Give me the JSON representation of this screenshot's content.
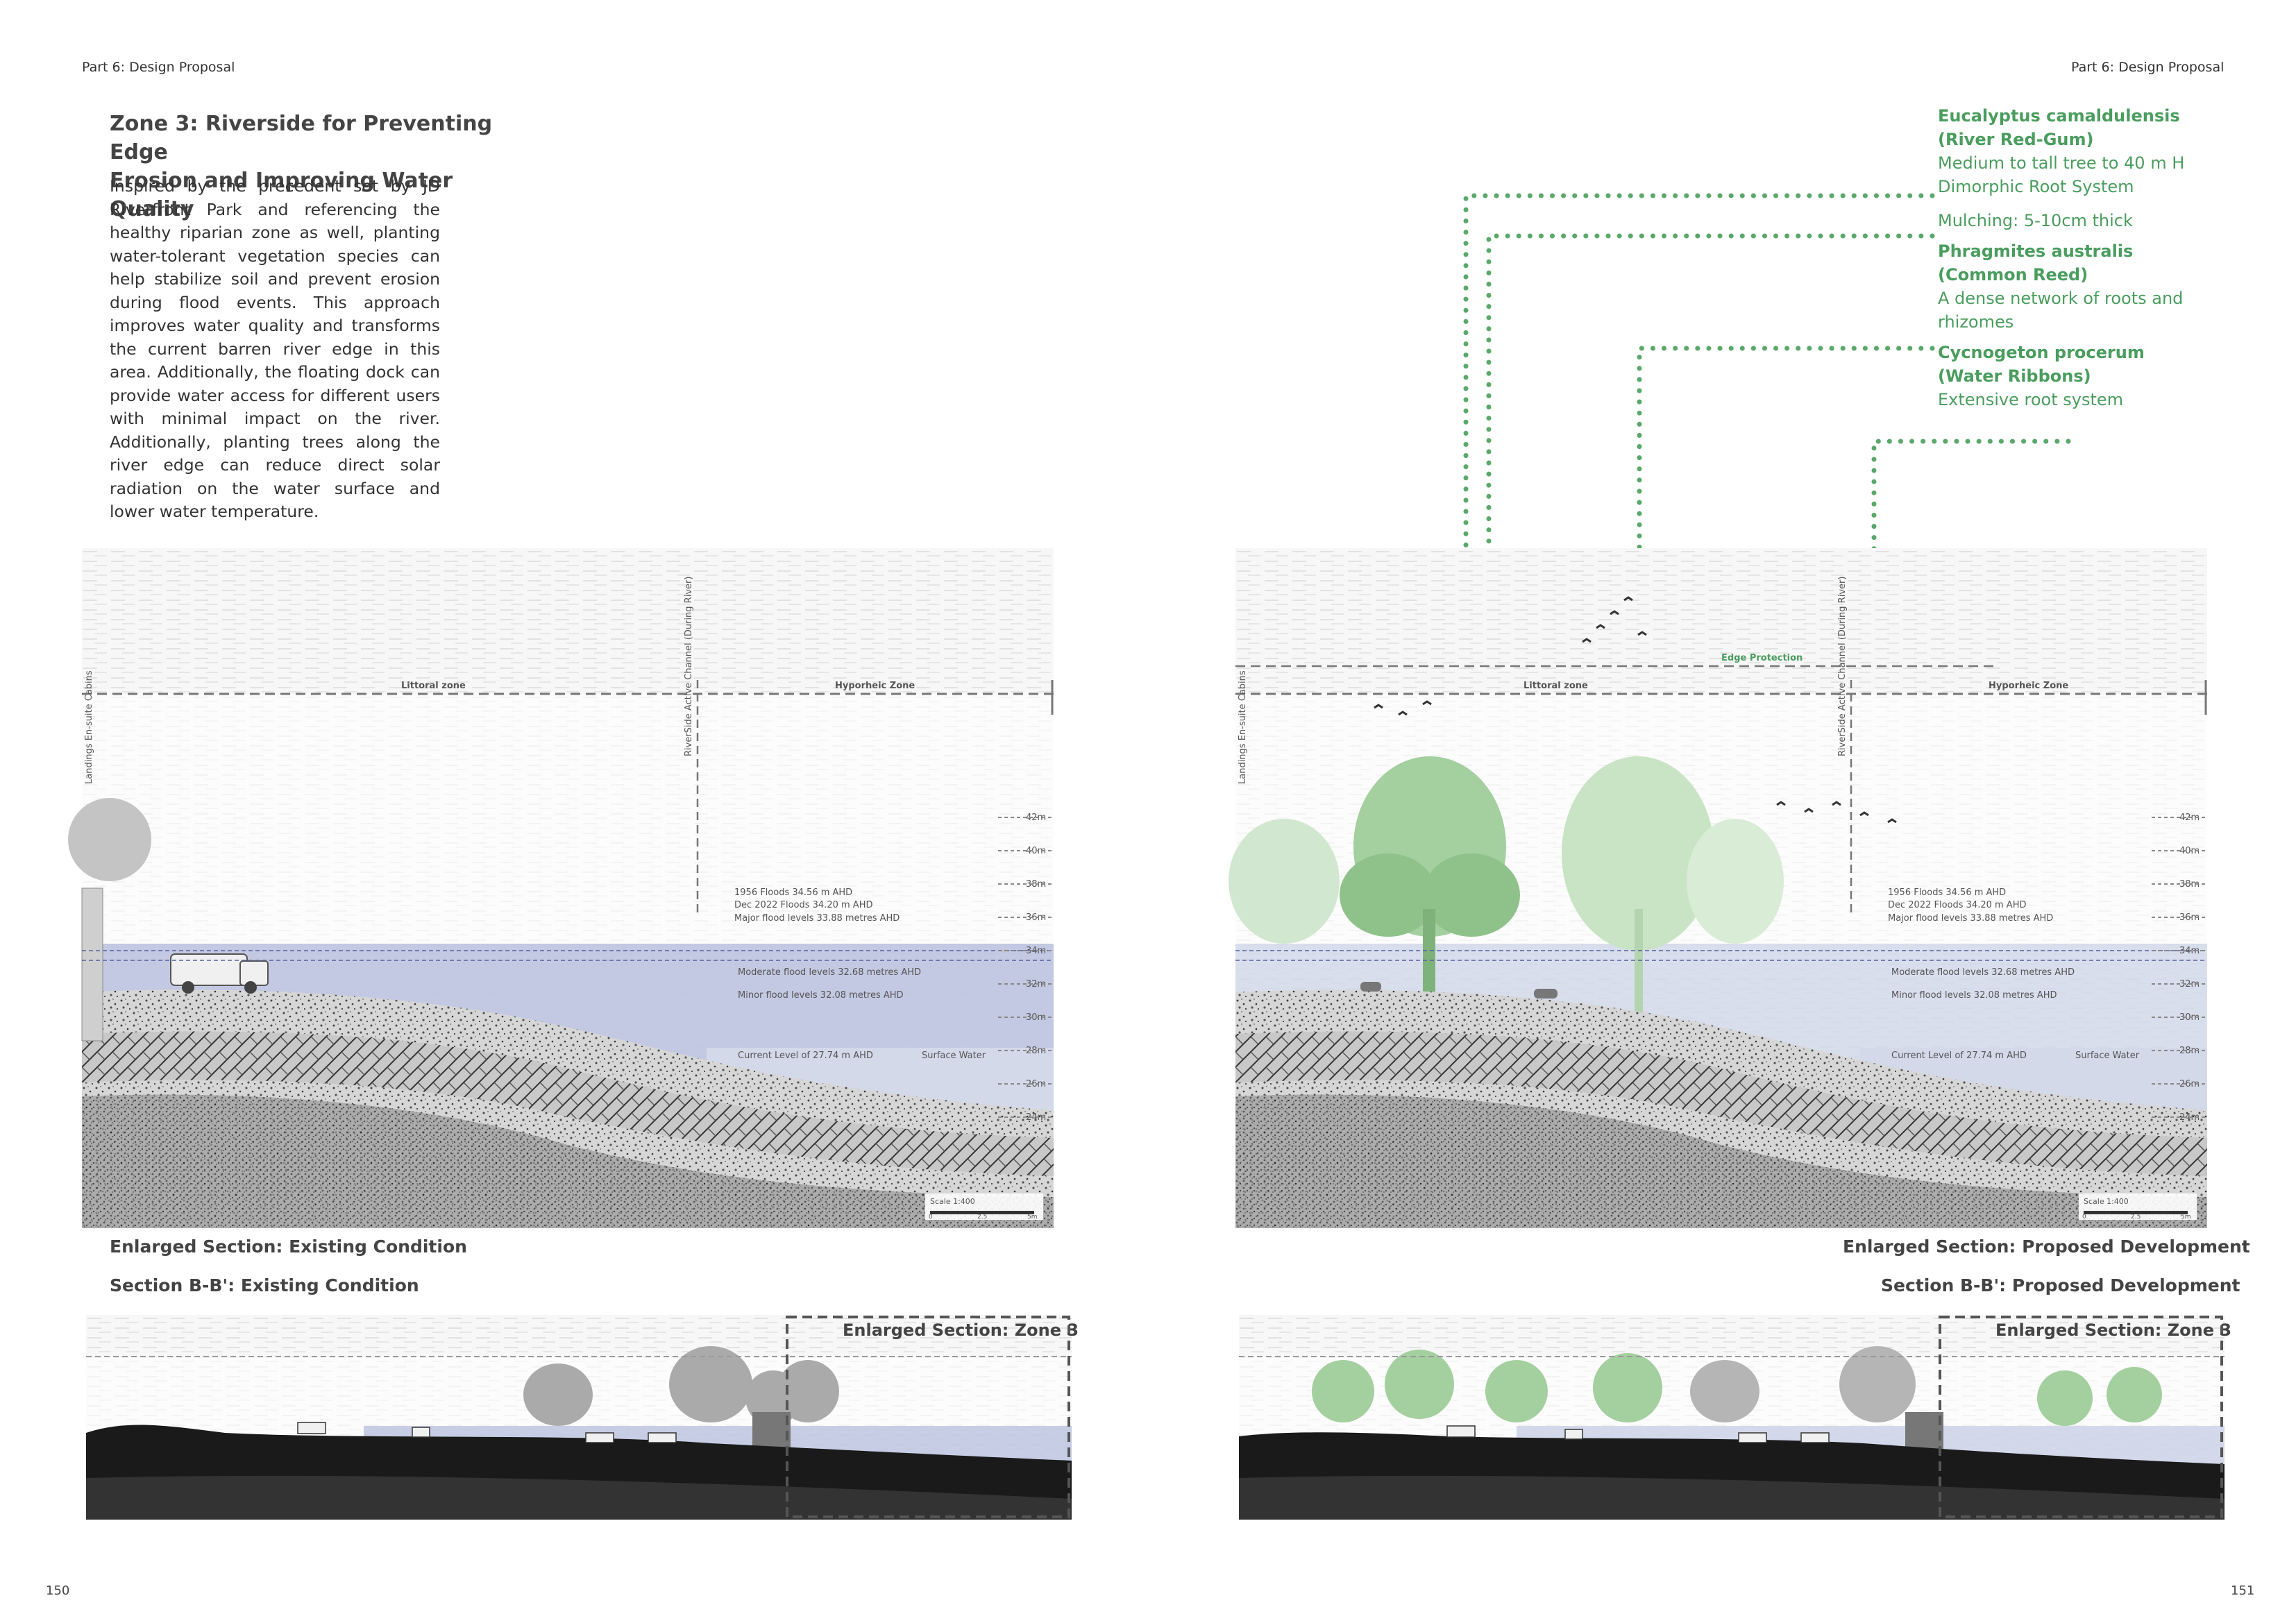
{
  "left_page": {
    "header": "Part 6: Design Proposal",
    "title_line1": "Zone 3: Riverside for Preventing Edge",
    "title_line2": "Erosion and Improving Water Quality",
    "body": "Inspired by the precedent set by JD Riverfront Park and referencing the healthy riparian zone as well, planting water-tolerant vegetation species can help stabilize soil and prevent erosion during flood events. This approach improves water quality and transforms the current barren river edge in this area. Additionally, the floating dock can provide water access for different users with minimal impact on the river. Additionally, planting trees along the river edge can reduce direct solar radiation on the water surface and lower water temperature.",
    "enlarged_caption": "Enlarged Section: Existing Condition",
    "section_caption": "Section B-B': Existing Condition",
    "inset_label": "Enlarged Section: Zone 3",
    "page_number": "150"
  },
  "right_page": {
    "header": "Part 6: Design Proposal",
    "enlarged_caption": "Enlarged Section: Proposed Development",
    "section_caption": "Section B-B': Proposed Development",
    "inset_label": "Enlarged Section: Zone 3",
    "page_number": "151",
    "edge_label": "Edge Protection"
  },
  "plants": [
    {
      "name_line1": "Eucalyptus camaldulensis",
      "name_line2": "(River Red-Gum)",
      "desc": [
        "Medium to tall tree to 40 m H",
        "Dimorphic Root System",
        "Mulching: 5-10cm thick"
      ]
    },
    {
      "name_line1": "Phragmites australis",
      "name_line2": "(Common Reed)",
      "desc": [
        "A dense network of roots and",
        "rhizomes"
      ]
    },
    {
      "name_line1": "Cycnogeton procerum",
      "name_line2": "(Water Ribbons)",
      "desc": [
        "Extensive root system"
      ]
    }
  ],
  "section": {
    "zone_littoral": "Littoral zone",
    "zone_hyporheic": "Hyporheic Zone",
    "left_vertical": "Landings En-suite Cabins",
    "riverside_vertical": "RiverSide Active Channel (During River)",
    "flood_1956": "1956 Floods 34.56 m AHD",
    "flood_2022": "Dec 2022 Floods 34.20 m AHD",
    "flood_major": "Major flood levels 33.88 metres AHD",
    "flood_moderate": "Moderate flood levels 32.68 metres AHD",
    "flood_minor": "Minor flood levels 32.08 metres AHD",
    "current_level": "Current Level of 27.74 m AHD",
    "surface_water": "Surface Water",
    "elevations": [
      "42m",
      "40m",
      "38m",
      "36m",
      "34m",
      "32m",
      "30m",
      "28m",
      "26m",
      "24m"
    ],
    "scale": "Scale 1:400",
    "scale_ticks": [
      "0",
      "2.5",
      "5m"
    ]
  },
  "colors": {
    "plant_green": "#4a9d5e",
    "water_blue": "#b8c0dd",
    "tree_green": "#a4cf9f",
    "dotted_green": "#5aa86a"
  }
}
